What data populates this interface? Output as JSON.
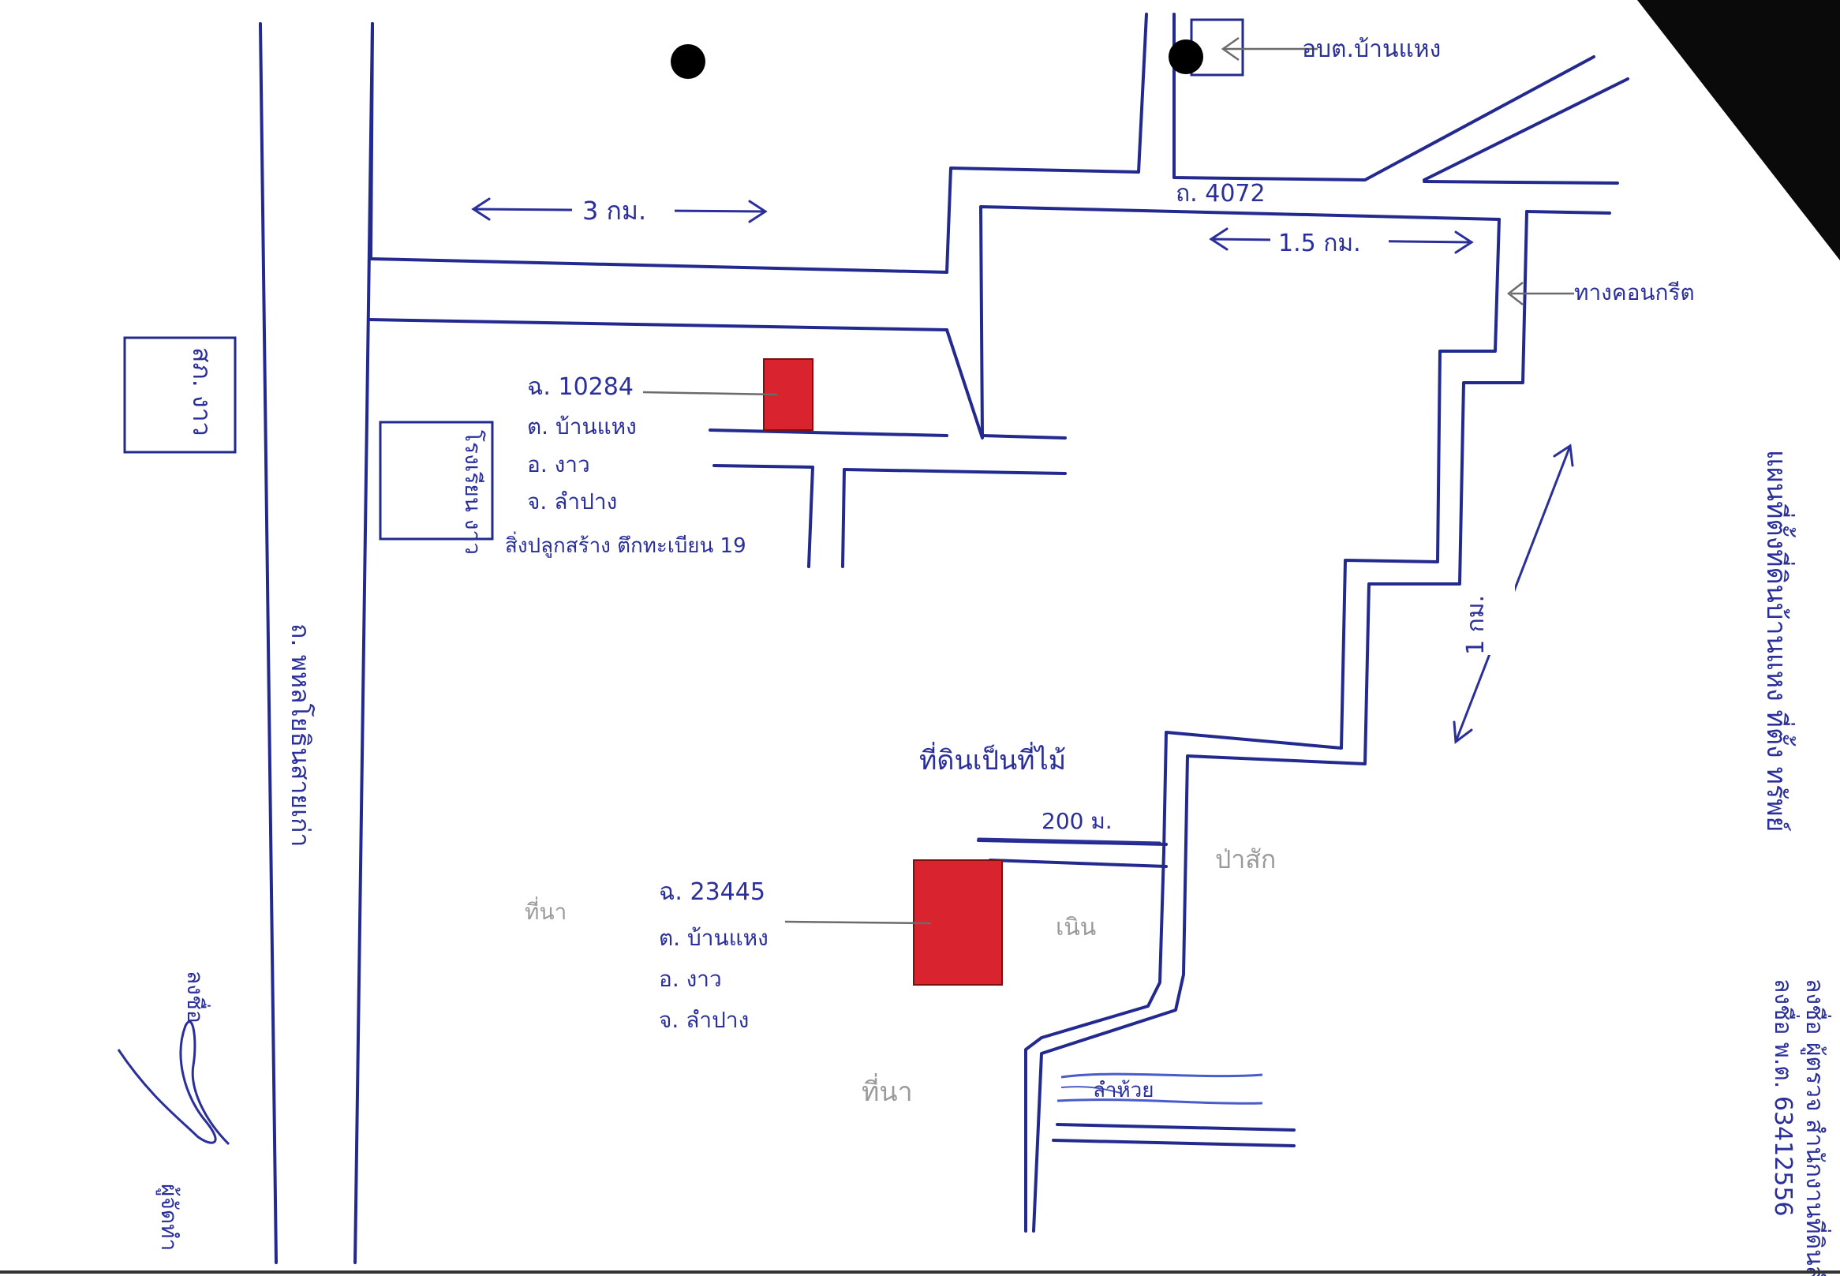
{
  "colors": {
    "ink": "#2b2f9a",
    "road": "#232a8f",
    "parcel": "#d9232e",
    "pencil": "#9a9a9a",
    "stream": "#4a5cc8",
    "corner": "#0a0a0a"
  },
  "labels": {
    "office_sao": "อบต.บ้านแหง",
    "road_code": "ถ. 4072",
    "dist_3km": "3 กม.",
    "dist_1_5km": "1.5 กม.",
    "concrete_road": "ทางคอนกรีต",
    "dist_1km": "1 กม.",
    "district_office": "สภ. งาว",
    "school": "โรงเรียน งาว",
    "main_road": "ถ. พหลโยธินสายเก่า",
    "side_title": "แผนที่ตั้งที่ดินบ้านแหง ที่ตั้ง ทรัพย์",
    "land_use": "ที่ดินเป็นที่ไม้",
    "dist_200m": "200 ม.",
    "forest": "ป่าสัก",
    "hill": "เนิน",
    "rice_field_1": "ที่นา",
    "rice_field_2": "ที่นา",
    "stream": "ลำห้วย",
    "signature_label": "ผู้จัดทำ",
    "signature_caption": "ลงชื่อ",
    "bottom_right_line1": "ลงชื่อ ผู้ตรวจ สำนักงานที่ดินลำปาง",
    "bottom_right_line2": "ลงชื่อ พ.ต. 63412556"
  },
  "parcels": [
    {
      "deed": "ฉ. 10284",
      "subdistrict": "ต. บ้านแหง",
      "district": "อ. งาว",
      "province": "จ. ลำปาง",
      "note": "สิ่งปลูกสร้าง ตึกทะเบียน 19"
    },
    {
      "deed": "ฉ. 23445",
      "subdistrict": "ต. บ้านแหง",
      "district": "อ. งาว",
      "province": "จ. ลำปาง"
    }
  ]
}
